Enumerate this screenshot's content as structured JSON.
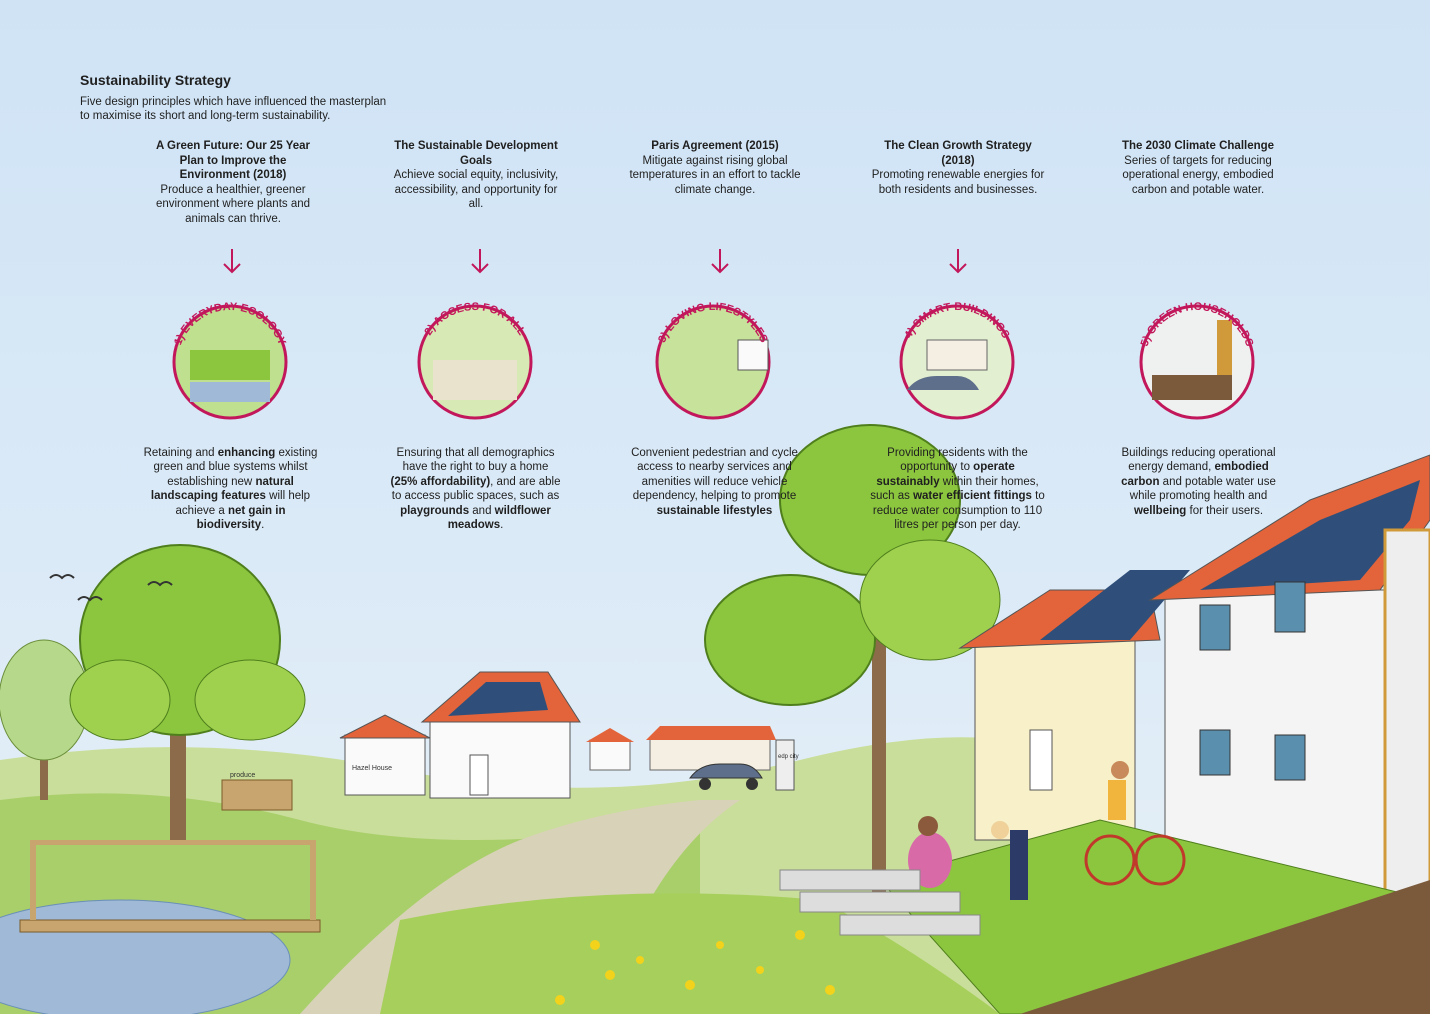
{
  "header": {
    "title": "Sustainability Strategy",
    "subtitle_line1": "Five design principles which have influenced the masterplan",
    "subtitle_line2": "to maximise its short and long-term sustainability."
  },
  "colors": {
    "accent": "#c2185b",
    "sky": "#d3e5f5",
    "grass": "#8cc63f",
    "roof": "#e3643a"
  },
  "principles": [
    {
      "head": "A Green Future: Our 25 Year Plan to Improve the Environment (2018)",
      "desc": "Produce a healthier, greener environment where plants and animals can thrive.",
      "badge": "1) EVERYDAY ECOLOGY",
      "benefit": [
        {
          "t": "Retaining and ",
          "b": false
        },
        {
          "t": "enhancing",
          "b": true
        },
        {
          "t": " existing green and blue systems whilst establishing new ",
          "b": false
        },
        {
          "t": "natural landscaping features",
          "b": true
        },
        {
          "t": " will help achieve a ",
          "b": false
        },
        {
          "t": "net gain in biodiversity",
          "b": true
        },
        {
          "t": ".",
          "b": false
        }
      ]
    },
    {
      "head": "The Sustainable Development Goals",
      "desc": "Achieve social equity, inclusivity, accessibility, and opportunity for all.",
      "badge": "2) ACCESS FOR ALL",
      "benefit": [
        {
          "t": "Ensuring that all demographics have the right to buy a home ",
          "b": false
        },
        {
          "t": "(25% affordability)",
          "b": true
        },
        {
          "t": ", and are able to access public spaces, such as ",
          "b": false
        },
        {
          "t": "playgrounds",
          "b": true
        },
        {
          "t": " and ",
          "b": false
        },
        {
          "t": "wildflower meadows",
          "b": true
        },
        {
          "t": ".",
          "b": false
        }
      ]
    },
    {
      "head": "Paris Agreement (2015)",
      "desc": "Mitigate against rising global temperatures in an effort to tackle climate change.",
      "badge": "3) LOVING LIFESTYLES",
      "benefit": [
        {
          "t": "Convenient pedestrian and cycle access to nearby services and amenities will reduce vehicle dependency, helping to promote ",
          "b": false
        },
        {
          "t": "sustainable lifestyles",
          "b": true
        }
      ]
    },
    {
      "head": "The Clean Growth Strategy (2018)",
      "desc": "Promoting renewable energies for both residents and businesses.",
      "badge": "4) SMART BUILDINGS",
      "benefit": [
        {
          "t": "Providing residents with the opportunity to ",
          "b": false
        },
        {
          "t": "operate sustainably",
          "b": true
        },
        {
          "t": " within their homes, such as ",
          "b": false
        },
        {
          "t": "water efficient fittings",
          "b": true
        },
        {
          "t": " to reduce water consumption to 110 litres per person per day.",
          "b": false
        }
      ]
    },
    {
      "head": "The 2030 Climate Challenge",
      "desc": "Series of targets for reducing operational energy, embodied carbon and potable water.",
      "badge": "5) GREEN HOUSEHOLDS",
      "benefit": [
        {
          "t": "Buildings reducing operational energy demand, ",
          "b": false
        },
        {
          "t": "embodied carbon",
          "b": true
        },
        {
          "t": " and potable water use while promoting health and ",
          "b": false
        },
        {
          "t": "wellbeing",
          "b": true
        },
        {
          "t": " for their users.",
          "b": false
        }
      ]
    }
  ],
  "signage": {
    "edp_city": "edp city",
    "producer": "produce",
    "house_name": "Hazel House"
  }
}
